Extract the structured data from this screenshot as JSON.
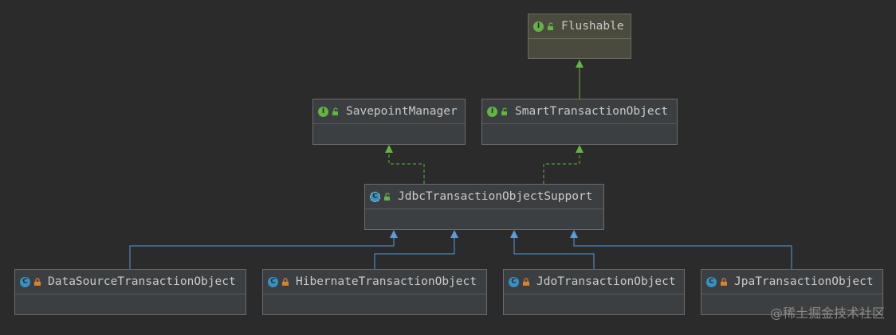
{
  "nodes": {
    "flushable": {
      "name": "Flushable",
      "kind": "interface",
      "badge": "I"
    },
    "savepoint_manager": {
      "name": "SavepointManager",
      "kind": "interface",
      "badge": "I"
    },
    "smart_transaction_object": {
      "name": "SmartTransactionObject",
      "kind": "interface",
      "badge": "I"
    },
    "jdbc_support": {
      "name": "JdbcTransactionObjectSupport",
      "kind": "abstract-class",
      "badge": "C"
    },
    "datasource": {
      "name": "DataSourceTransactionObject",
      "kind": "class",
      "badge": "C"
    },
    "hibernate": {
      "name": "HibernateTransactionObject",
      "kind": "class",
      "badge": "C"
    },
    "jdo": {
      "name": "JdoTransactionObject",
      "kind": "class",
      "badge": "C"
    },
    "jpa": {
      "name": "JpaTransactionObject",
      "kind": "class",
      "badge": "C"
    }
  },
  "edges": [
    {
      "from": "smart_transaction_object",
      "to": "flushable",
      "type": "extends-interface"
    },
    {
      "from": "jdbc_support",
      "to": "savepoint_manager",
      "type": "implements"
    },
    {
      "from": "jdbc_support",
      "to": "smart_transaction_object",
      "type": "implements"
    },
    {
      "from": "datasource",
      "to": "jdbc_support",
      "type": "extends"
    },
    {
      "from": "hibernate",
      "to": "jdbc_support",
      "type": "extends"
    },
    {
      "from": "jdo",
      "to": "jdbc_support",
      "type": "extends"
    },
    {
      "from": "jpa",
      "to": "jdbc_support",
      "type": "extends"
    }
  ],
  "colors": {
    "background": "#2b2b2b",
    "interface_arrow": "#62b543",
    "class_arrow": "#5a9bd8",
    "interface_badge": "#62b543",
    "class_badge": "#3592c4"
  },
  "watermark": "@稀土掘金技术社区"
}
